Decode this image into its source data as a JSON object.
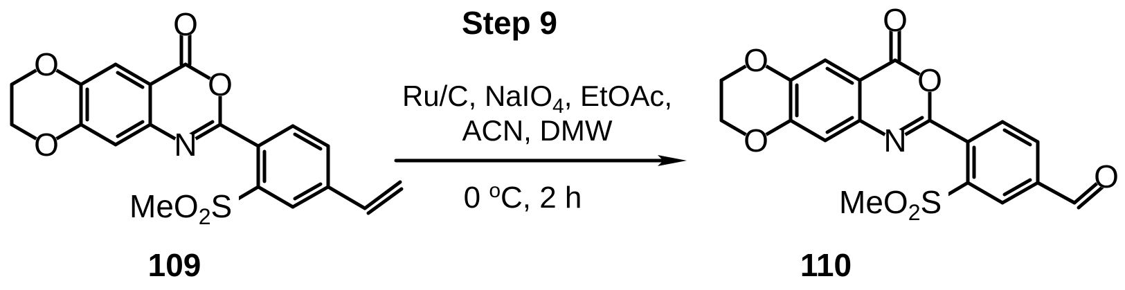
{
  "reaction": {
    "step_title": "Step 9",
    "reagents_line1": {
      "text": "Ru/C, NaIO",
      "subscript": "4",
      "text_after": ", EtOAc,"
    },
    "reagents_line2": "ACN, DMW",
    "conditions": {
      "temperature": "0 ",
      "degree_superscript": "o",
      "temperature_after": "C, 2 h"
    }
  },
  "molecules": {
    "reactant": {
      "id_label": "109",
      "atom_labels": {
        "dioxane_oxygen_top": "O",
        "dioxane_oxygen_bottom": "O",
        "carbonyl_oxygen": "O",
        "ring_oxygen": "O",
        "ring_nitrogen": "N"
      },
      "sulfonyl_group": {
        "text": "MeO",
        "subscript": "2",
        "text_after": "S"
      }
    },
    "product": {
      "id_label": "110",
      "atom_labels": {
        "dioxane_oxygen_top": "O",
        "dioxane_oxygen_bottom": "O",
        "carbonyl_oxygen": "O",
        "ring_oxygen": "O",
        "ring_nitrogen": "N",
        "aldehyde_oxygen": "O"
      },
      "sulfonyl_group": {
        "text": "MeO",
        "subscript": "2",
        "text_after": "S"
      }
    }
  },
  "colors": {
    "ink": "#000000",
    "background": "#ffffff"
  }
}
